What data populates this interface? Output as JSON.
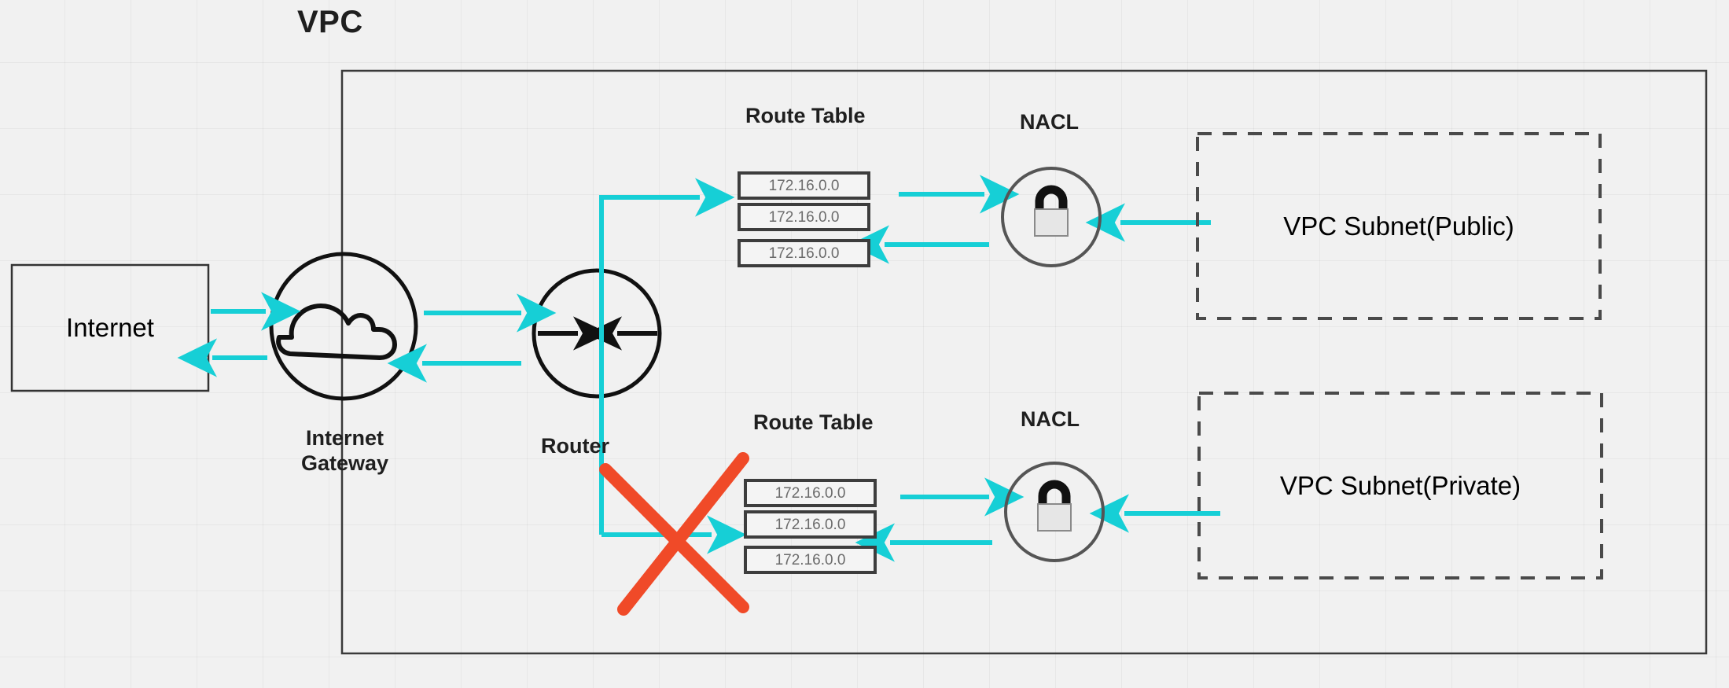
{
  "diagram": {
    "title": "VPC",
    "colors": {
      "flow_arrow": "#16cfd6",
      "blocked_mark": "#f04a28",
      "border_dark": "#333333",
      "subnet_border": "#4a4a4a",
      "route_text": "#6b6b6b",
      "background": "#f1f1f1"
    }
  },
  "nodes": {
    "internet": {
      "label": "Internet"
    },
    "internet_gateway": {
      "label_line1": "Internet",
      "label_line2": "Gateway",
      "icon": "cloud-icon"
    },
    "router": {
      "label": "Router",
      "icon": "bidirectional-arrows-icon"
    },
    "public_route_table": {
      "label": "Route Table",
      "rows": [
        "172.16.0.0",
        "172.16.0.0",
        "172.16.0.0"
      ]
    },
    "private_route_table": {
      "label": "Route Table",
      "rows": [
        "172.16.0.0",
        "172.16.0.0",
        "172.16.0.0"
      ]
    },
    "public_nacl": {
      "label": "NACL",
      "icon": "padlock-icon"
    },
    "private_nacl": {
      "label": "NACL",
      "icon": "padlock-icon"
    },
    "public_subnet": {
      "label": "VPC Subnet(Public)"
    },
    "private_subnet": {
      "label": "VPC Subnet(Private)"
    }
  },
  "annotations": {
    "blocked_route": {
      "name": "red-x-mark",
      "meaning": "blocked"
    }
  },
  "chart_data": {
    "type": "diagram",
    "title": "VPC",
    "nodes": [
      "Internet",
      "Internet Gateway",
      "Router",
      "Route Table (public)",
      "NACL (public)",
      "VPC Subnet(Public)",
      "Route Table (private)",
      "NACL (private)",
      "VPC Subnet(Private)"
    ],
    "edges": [
      {
        "from": "Internet",
        "to": "Internet Gateway",
        "direction": "forward"
      },
      {
        "from": "Internet Gateway",
        "to": "Internet",
        "direction": "return"
      },
      {
        "from": "Internet Gateway",
        "to": "Router",
        "direction": "forward"
      },
      {
        "from": "Router",
        "to": "Internet Gateway",
        "direction": "return"
      },
      {
        "from": "Router",
        "to": "Route Table (public)",
        "direction": "forward"
      },
      {
        "from": "Route Table (public)",
        "to": "NACL (public)",
        "direction": "forward"
      },
      {
        "from": "VPC Subnet(Public)",
        "to": "NACL (public)",
        "direction": "return"
      },
      {
        "from": "NACL (public)",
        "to": "Route Table (public)",
        "direction": "return"
      },
      {
        "from": "Router",
        "to": "Route Table (private)",
        "direction": "forward",
        "blocked": true
      },
      {
        "from": "Route Table (private)",
        "to": "NACL (private)",
        "direction": "forward"
      },
      {
        "from": "VPC Subnet(Private)",
        "to": "NACL (private)",
        "direction": "return"
      },
      {
        "from": "NACL (private)",
        "to": "Route Table (private)",
        "direction": "return"
      }
    ]
  }
}
